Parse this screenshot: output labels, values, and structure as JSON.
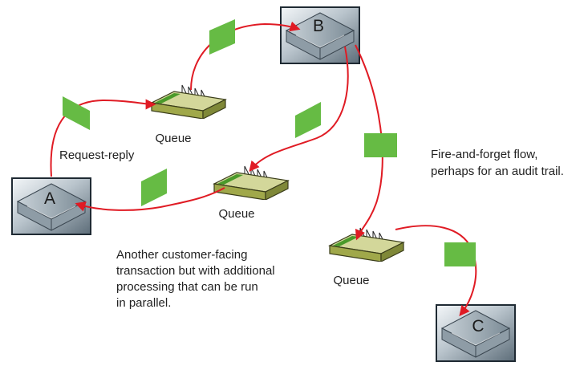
{
  "nodes": [
    {
      "id": "A",
      "label": "A"
    },
    {
      "id": "B",
      "label": "B"
    },
    {
      "id": "C",
      "label": "C"
    }
  ],
  "queues": [
    {
      "id": "queue-1",
      "label": "Queue"
    },
    {
      "id": "queue-2",
      "label": "Queue"
    },
    {
      "id": "queue-3",
      "label": "Queue"
    }
  ],
  "annotations": {
    "request_reply": "Request-reply",
    "fire_forget": [
      "Fire-and-forget flow,",
      "perhaps for an audit trail."
    ],
    "customer_facing": [
      "Another customer-facing",
      "transaction but with additional",
      "processing that can be run",
      "in parallel."
    ]
  },
  "colors": {
    "arrow": "#e01b24",
    "message": "#66bb44",
    "queue_front": "#a0a84a",
    "queue_top": "#d3d79a",
    "server_light": "#eef2f5",
    "server_dark": "#6a7a86"
  }
}
